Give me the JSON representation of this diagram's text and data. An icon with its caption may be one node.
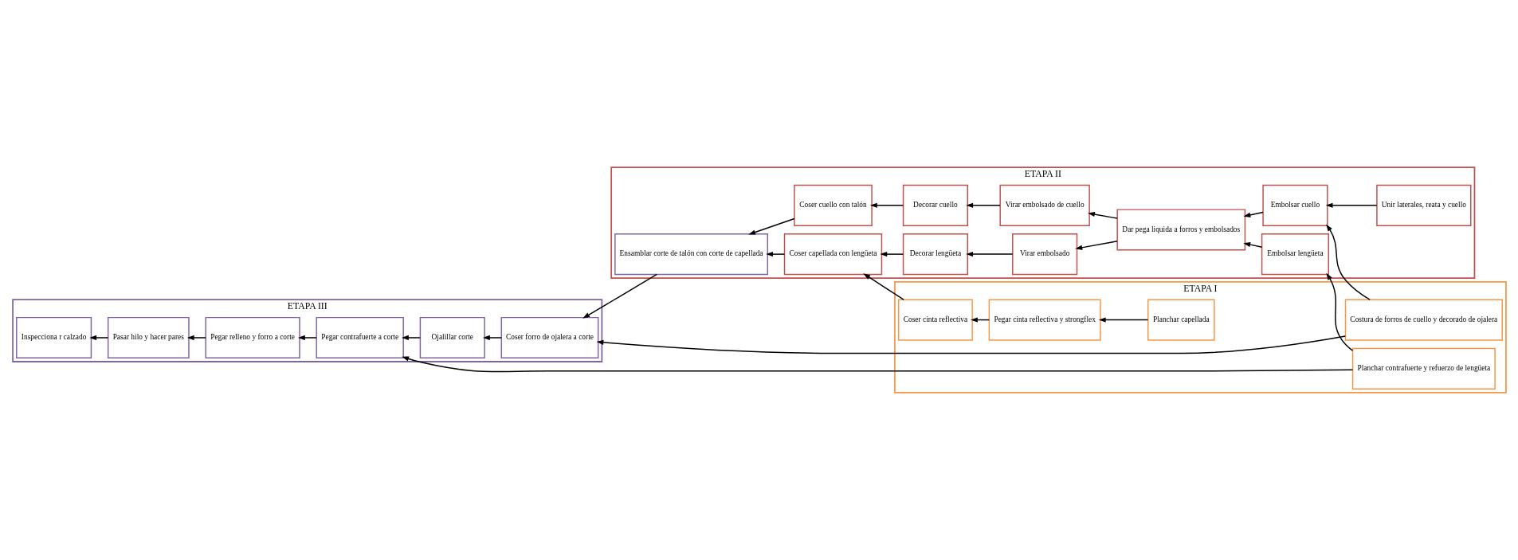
{
  "diagram": {
    "nodes": [
      {
        "text": [
          "ETAPA III"
        ]
      },
      {
        "text": [
          "Pegar relleno y forro a corte"
        ],
        "in": 0
      },
      {
        "text": [
          "Pegar contrafuerte a corte"
        ],
        "in": 0
      },
      {
        "text": [
          "Pasar hilo y hacer pares"
        ],
        "in": 0
      },
      {
        "text": [
          "Ojalillar corte"
        ],
        "in": 0
      },
      {
        "text": [
          "Inspecciona r calzado"
        ],
        "in": 0
      },
      {
        "text": [
          "Coser forro de ojalera a corte"
        ],
        "in": 0
      },
      {
        "text": [
          "ETAPA II"
        ]
      },
      {
        "text": [
          "Decorar cuello"
        ],
        "in": 7
      },
      {
        "text": [
          "Virar embolsado de cuello"
        ],
        "in": 7
      },
      {
        "text": [
          "Virar embolsado"
        ],
        "in": 7
      },
      {
        "text": [
          "Dar pega liquida a forros y embolsados"
        ],
        "in": 7
      },
      {
        "text": [
          "Coser cuello con talón"
        ],
        "in": 7
      },
      {
        "text": [
          "Embolsar cuello"
        ],
        "in": 7
      },
      {
        "text": [
          "Decorar lengüeta"
        ],
        "in": 7
      },
      {
        "text": [
          "Embolsar lengüeta"
        ],
        "in": 7
      },
      {
        "text": [
          "Ensamblar corte de talón con corte de capellada"
        ],
        "in": 7
      },
      {
        "text": [
          "Unir laterales, reata y cuello"
        ],
        "in": 7
      },
      {
        "text": [
          "Coser capellada con lengüeta"
        ],
        "in": 7
      },
      {
        "text": [
          "ETAPA I"
        ]
      },
      {
        "text": [
          "Planchar contrafuerte y refuerzo de lengüeta"
        ],
        "in": 19
      },
      {
        "text": [
          "Planchar capellada"
        ],
        "in": 19
      },
      {
        "text": [
          "Coser cinta reflectiva"
        ],
        "in": 19
      },
      {
        "text": [
          "Pegar cinta reflectiva y strongflex"
        ],
        "in": 19
      },
      {
        "text": [
          "Costura de forros de cuello y decorado de ojalera"
        ],
        "in": 19
      }
    ],
    "edges": [
      {
        "from": 20,
        "to": 2,
        "arrow": "to"
      },
      {
        "from": 11,
        "to": 9,
        "arrow": "to"
      },
      {
        "from": 9,
        "to": 8,
        "arrow": "to"
      },
      {
        "from": 11,
        "to": 10,
        "arrow": "to"
      },
      {
        "from": 8,
        "to": 12,
        "arrow": "to"
      },
      {
        "from": 12,
        "to": 16,
        "arrow": "to"
      },
      {
        "from": 13,
        "to": 11,
        "arrow": "to"
      },
      {
        "from": 17,
        "to": 13,
        "arrow": "to"
      },
      {
        "from": 10,
        "to": 14,
        "arrow": "to"
      },
      {
        "from": 14,
        "to": 18,
        "arrow": "to"
      },
      {
        "from": 15,
        "to": 11,
        "arrow": "to"
      },
      {
        "from": 20,
        "to": 15,
        "arrow": "to"
      },
      {
        "from": 21,
        "to": 23,
        "arrow": "to"
      },
      {
        "from": 23,
        "to": 22,
        "arrow": "to"
      },
      {
        "from": 22,
        "to": 18,
        "arrow": "to"
      },
      {
        "from": 24,
        "to": 13,
        "arrow": "to"
      },
      {
        "from": 18,
        "to": 16,
        "arrow": "to"
      },
      {
        "from": 24,
        "to": 6,
        "arrow": "to"
      },
      {
        "from": 16,
        "to": 6,
        "arrow": "to"
      },
      {
        "from": 6,
        "to": 4,
        "arrow": "to"
      },
      {
        "from": 4,
        "to": 2,
        "arrow": "to"
      },
      {
        "from": 2,
        "to": 1,
        "arrow": "to"
      },
      {
        "from": 1,
        "to": 3,
        "arrow": "to"
      },
      {
        "from": 3,
        "to": 5,
        "arrow": "to"
      }
    ]
  }
}
